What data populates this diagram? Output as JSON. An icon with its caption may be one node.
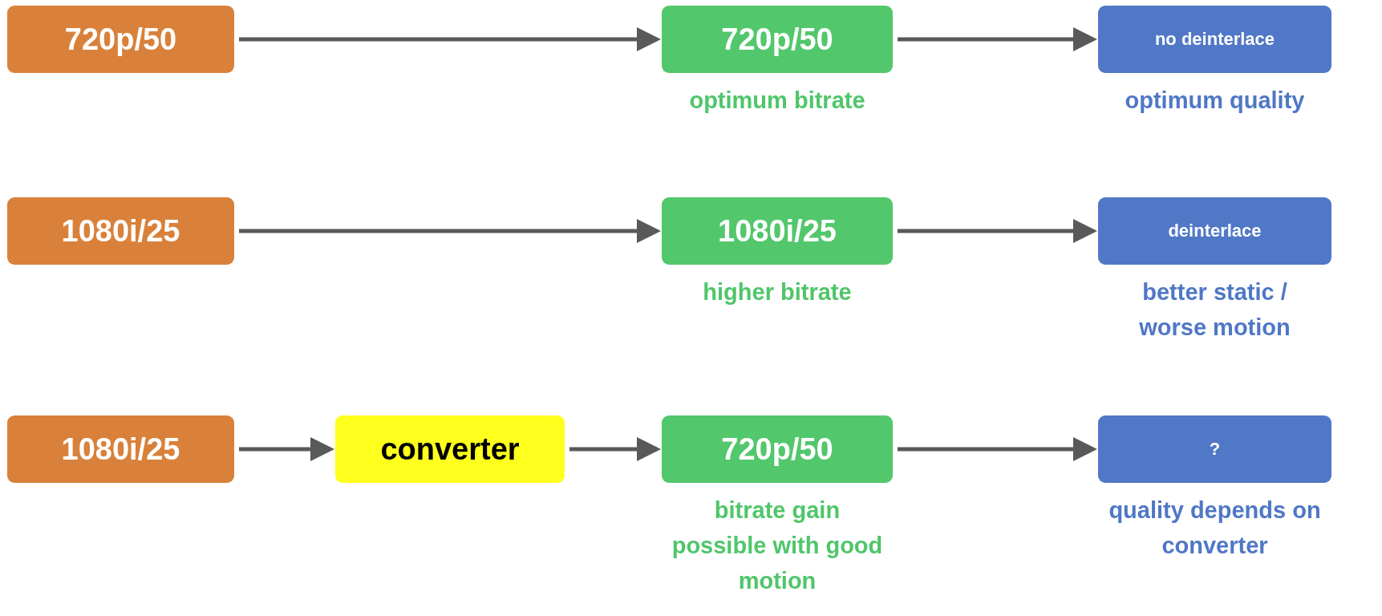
{
  "diagram": {
    "nodes": [
      {
        "text": [
          "720p/50"
        ]
      },
      {
        "text": [
          "720p/50"
        ],
        "beside": [
          "optimum bitrate"
        ]
      },
      {
        "text": [
          "no deinterlace"
        ],
        "beside": [
          "optimum quality"
        ]
      },
      {
        "text": [
          "1080i/25"
        ]
      },
      {
        "text": [
          "1080i/25"
        ],
        "beside": [
          "higher bitrate"
        ]
      },
      {
        "text": [
          "deinterlace"
        ],
        "beside": [
          "better static / worse motion"
        ]
      },
      {
        "text": [
          "1080i/25"
        ]
      },
      {
        "text": [
          "converter"
        ]
      },
      {
        "text": [
          "720p/50"
        ],
        "beside": [
          "bitrate gain possible with good motion"
        ]
      },
      {
        "text": [
          "?"
        ],
        "beside": [
          "quality depends on converter"
        ]
      }
    ],
    "edges": [
      {
        "from": 0,
        "to": 1,
        "arrow": "to"
      },
      {
        "from": 1,
        "to": 2,
        "arrow": "to"
      },
      {
        "from": 3,
        "to": 4,
        "arrow": "to"
      },
      {
        "from": 4,
        "to": 5,
        "arrow": "to"
      },
      {
        "from": 6,
        "to": 7,
        "arrow": "to"
      },
      {
        "from": 7,
        "to": 8,
        "arrow": "to"
      },
      {
        "from": 8,
        "to": 9,
        "arrow": "to"
      }
    ]
  }
}
